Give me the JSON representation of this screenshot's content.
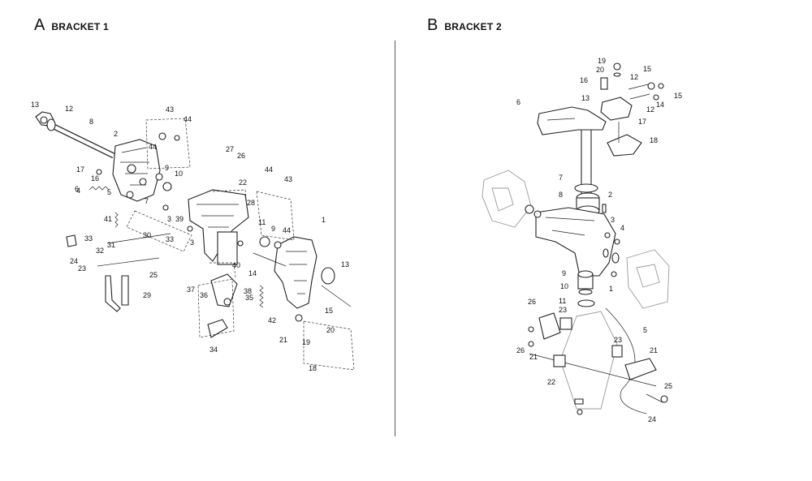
{
  "panels": [
    {
      "letter": "A",
      "title": "BRACKET 1",
      "callouts": [
        "13",
        "12",
        "8",
        "2",
        "43",
        "44",
        "44",
        "27",
        "26",
        "9",
        "10",
        "17",
        "16",
        "6",
        "4",
        "5",
        "7",
        "22",
        "44",
        "43",
        "3",
        "39",
        "28",
        "11",
        "9",
        "44",
        "41",
        "33",
        "31",
        "32",
        "30",
        "33",
        "3",
        "1",
        "24",
        "23",
        "40",
        "13",
        "14",
        "25",
        "29",
        "37",
        "36",
        "38",
        "35",
        "42",
        "15",
        "21",
        "19",
        "20",
        "34",
        "18"
      ]
    },
    {
      "letter": "B",
      "title": "BRACKET 2",
      "callouts": [
        "19",
        "20",
        "15",
        "16",
        "12",
        "13",
        "12",
        "14",
        "15",
        "6",
        "17",
        "18",
        "7",
        "8",
        "2",
        "3",
        "4",
        "9",
        "1",
        "10",
        "11",
        "26",
        "23",
        "5",
        "23",
        "26",
        "21",
        "21",
        "22",
        "25",
        "24"
      ]
    }
  ]
}
